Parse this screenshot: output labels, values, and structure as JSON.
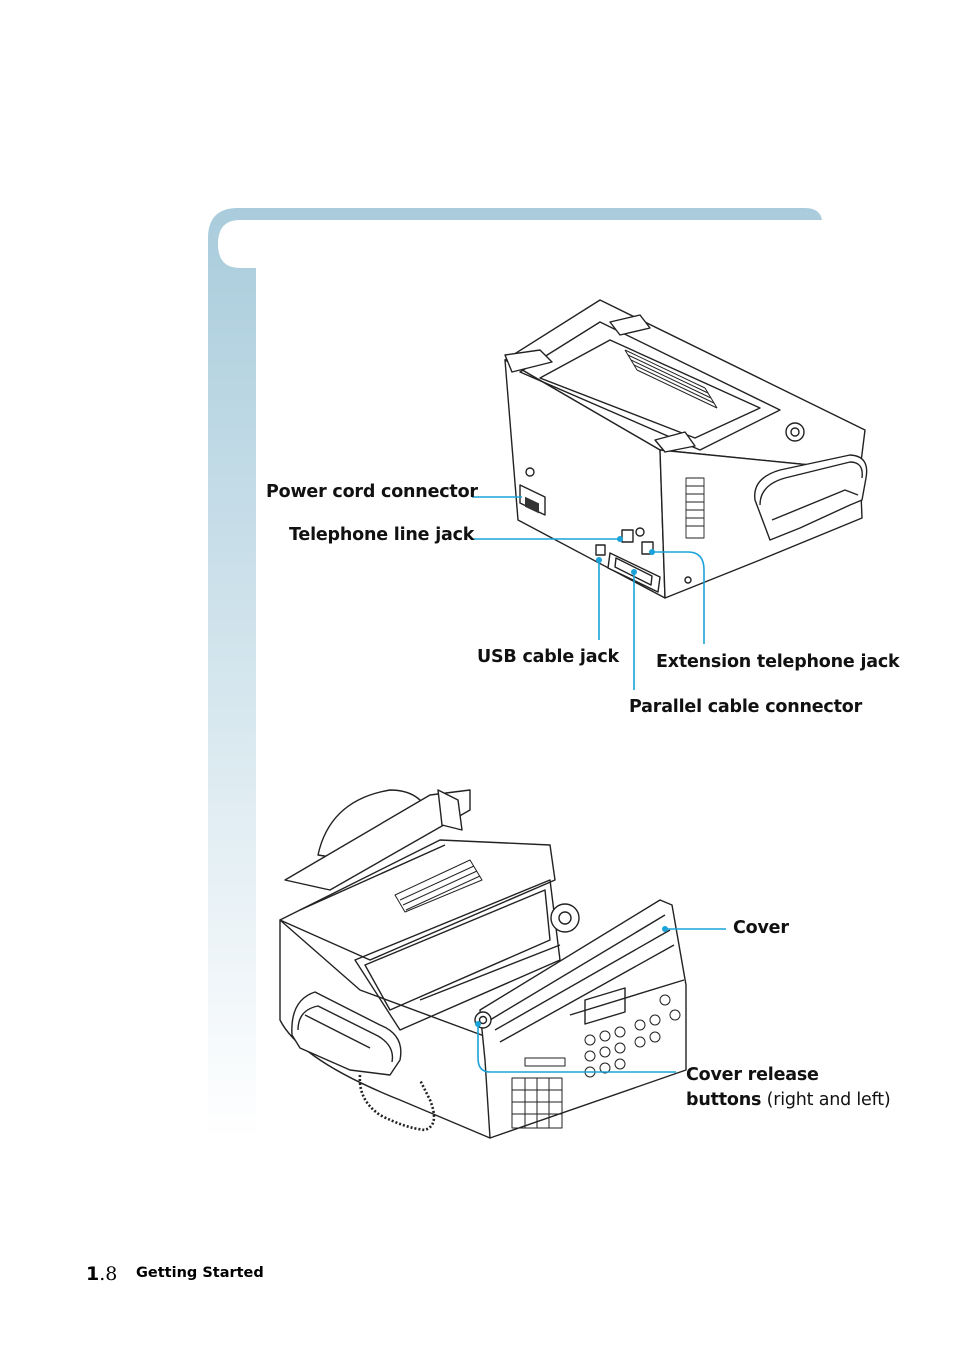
{
  "labels": {
    "power_cord_connector": "Power cord connector",
    "telephone_line_jack": "Telephone line jack",
    "usb_cable_jack": "USB cable jack",
    "extension_telephone_jack": "Extension telephone jack",
    "parallel_cable_connector": "Parallel cable connector",
    "cover": "Cover",
    "cover_release_line1": "Cover release",
    "cover_release_bold": "buttons",
    "cover_release_normal": " (right and left)"
  },
  "footer": {
    "chapter": "1",
    "page": ".8",
    "section": "Getting Started"
  },
  "colors": {
    "band_top": "#a9ccdc",
    "band_bottom": "#ffffff",
    "callout": "#1aa3d9"
  }
}
